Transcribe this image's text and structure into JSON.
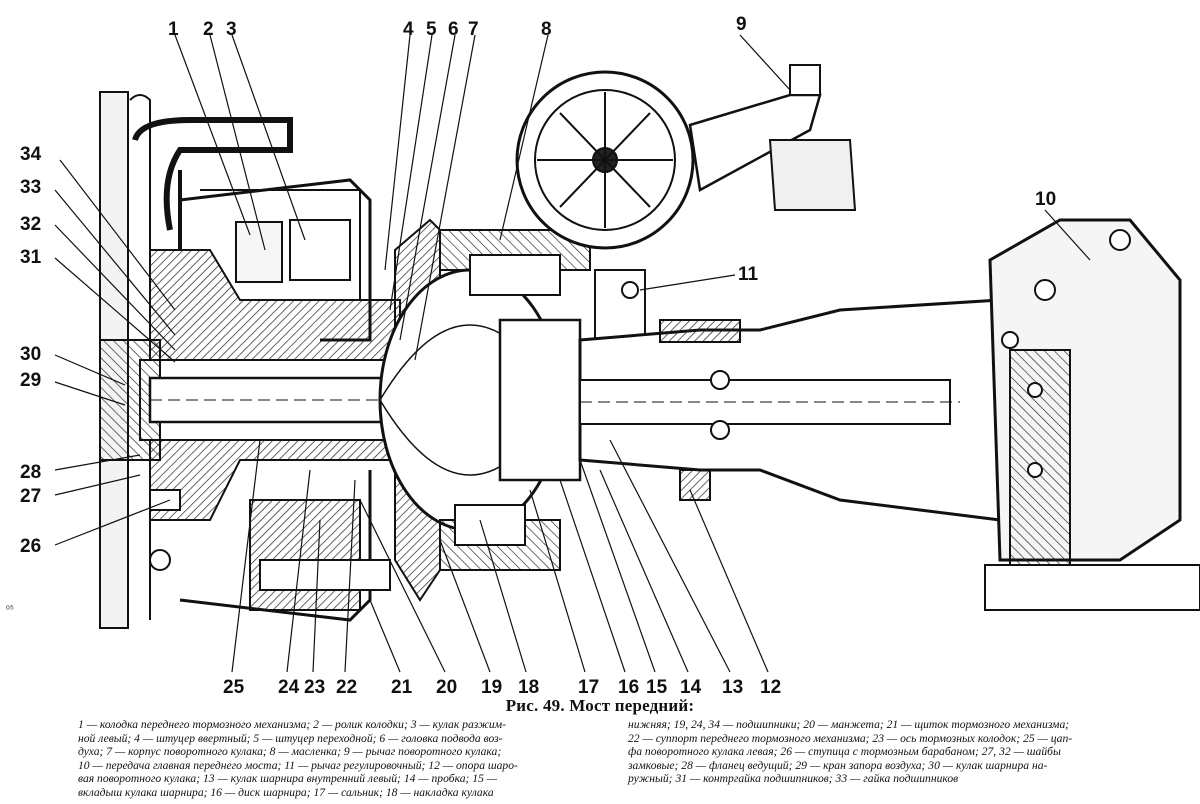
{
  "figure": {
    "caption": "Рис. 49. Мост передний:",
    "labels": [
      "1",
      "2",
      "3",
      "4",
      "5",
      "6",
      "7",
      "8",
      "9",
      "10",
      "11",
      "12",
      "13",
      "14",
      "15",
      "16",
      "17",
      "18",
      "19",
      "20",
      "21",
      "22",
      "23",
      "24",
      "25",
      "26",
      "27",
      "28",
      "29",
      "30",
      "31",
      "32",
      "33",
      "34"
    ],
    "legend_left": [
      "1 — колодка переднего тормозного механизма; 2 — ролик колодки; 3 — кулак разжим-",
      "ной левый; 4 — штуцер ввертный; 5 — штуцер переходной; 6 — головка подвода воз-",
      "духа; 7 — корпус поворотного кулака; 8 — масленка; 9 — рычаг поворотного кулака;",
      "10 — передача главная переднего моста; 11 — рычаг регулировочный; 12 — опора шаро-",
      "вая поворотного кулака; 13 — кулак шарнира внутренний левый; 14 — пробка; 15 —",
      "вкладыш кулака шарнира; 16 — диск шарнира; 17 — сальник; 18 — накладка кулака"
    ],
    "legend_right": [
      "нижняя; 19, 24, 34 — подшипники; 20 — манжета; 21 — щиток тормозного механизма;",
      "22 — суппорт переднего тормозного механизма; 23 — ось тормозных колодок; 25 — цап-",
      "фа поворотного кулака левая; 26 — ступица с тормозным барабаном; 27, 32 — шайбы",
      "замковые; 28 — фланец ведущий; 29 — кран запора воздуха; 30 — кулак шарнира на-",
      "ружный; 31 — контргайка подшипников; 33 — гайка подшипников"
    ],
    "stray_mark": "ᵒ⁵"
  }
}
